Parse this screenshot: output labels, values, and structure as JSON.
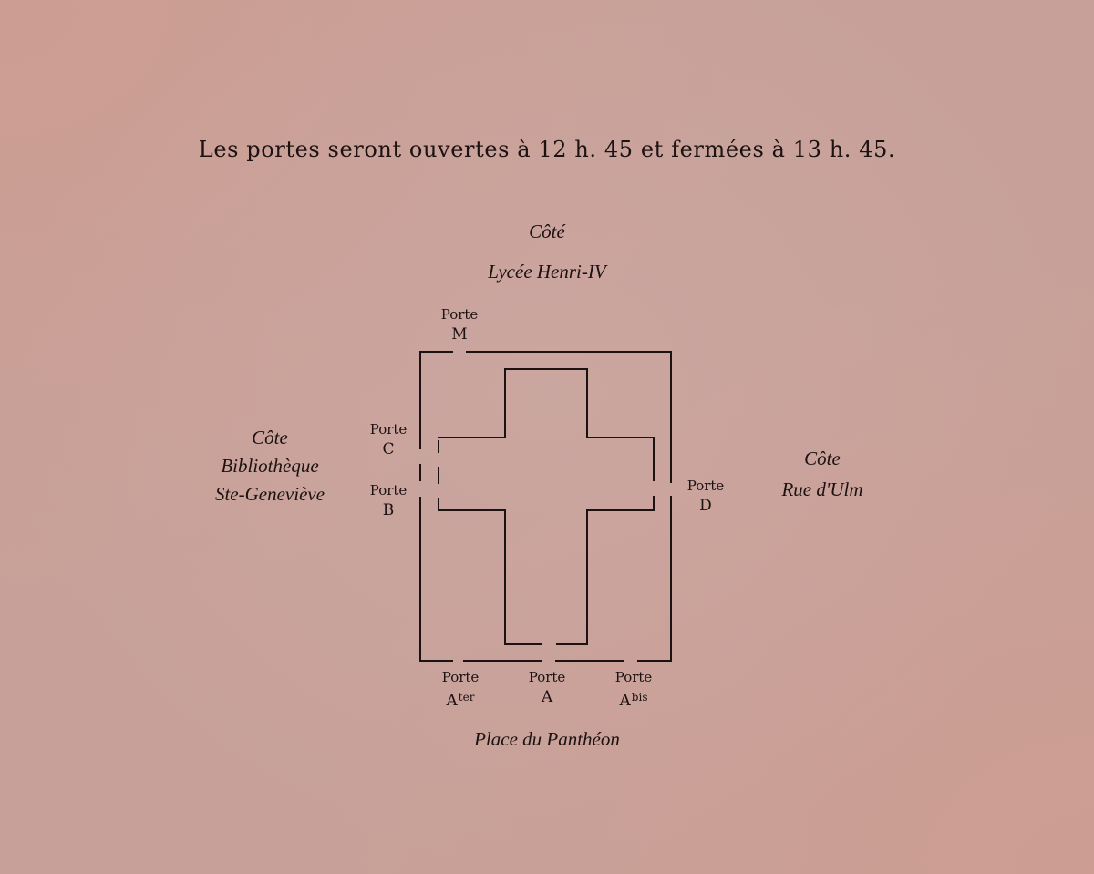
{
  "notice": "Les portes seront ouvertes à 12 h. 45 et fermées à 13 h. 45.",
  "sides": {
    "north": {
      "line1": "Côté",
      "line2": "Lycée Henri-IV"
    },
    "west": {
      "line1": "Côte",
      "line2": "Bibliothèque",
      "line3": "Ste-Geneviève"
    },
    "east": {
      "line1": "Côte",
      "line2": "Rue d'Ulm"
    },
    "south": {
      "line1": "Place du Panthéon"
    }
  },
  "doors": {
    "M": {
      "word": "Porte",
      "letter": "M",
      "sup": ""
    },
    "C": {
      "word": "Porte",
      "letter": "C",
      "sup": ""
    },
    "B": {
      "word": "Porte",
      "letter": "B",
      "sup": ""
    },
    "D": {
      "word": "Porte",
      "letter": "D",
      "sup": ""
    },
    "Ater": {
      "word": "Porte",
      "letter": "A",
      "sup": "ter"
    },
    "A": {
      "word": "Porte",
      "letter": "A",
      "sup": ""
    },
    "Abis": {
      "word": "Porte",
      "letter": "A",
      "sup": "bis"
    }
  },
  "colors": {
    "paper": "#c7a199",
    "ink": "#1c1212"
  }
}
